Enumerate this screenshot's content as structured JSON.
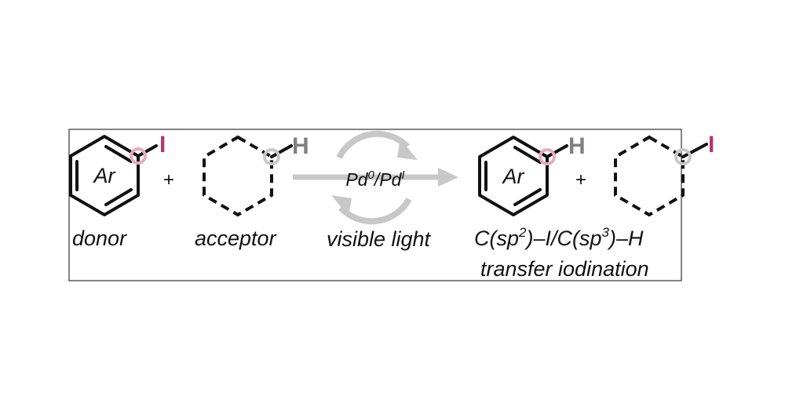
{
  "colors": {
    "iodine": "#b03a6a",
    "iodine_highlight": "#e8aabd",
    "hydrogen": "#808080",
    "hydrogen_highlight": "#c8c8c8",
    "arrow": "#c8c8c8",
    "visible_light": "#1e5fa8",
    "text": "#111111"
  },
  "donor": {
    "ring_label": "Ar",
    "substituent": "I",
    "caption": "donor"
  },
  "plus_1": "+",
  "acceptor": {
    "substituent": "H",
    "caption": "acceptor"
  },
  "catalysis": {
    "pd0_base": "Pd",
    "pd0_sup": "0",
    "separator": "/",
    "pd1_base": "Pd",
    "pd1_sup": "I",
    "condition": "visible light"
  },
  "product_arene": {
    "ring_label": "Ar",
    "substituent": "H"
  },
  "plus_2": "+",
  "product_alkyl": {
    "substituent": "I"
  },
  "caption": {
    "line1_a": "C(sp",
    "line1_sup1": "2",
    "line1_b": ")–I/C(sp",
    "line1_sup2": "3",
    "line1_c": ")–H",
    "line2": "transfer iodination"
  }
}
